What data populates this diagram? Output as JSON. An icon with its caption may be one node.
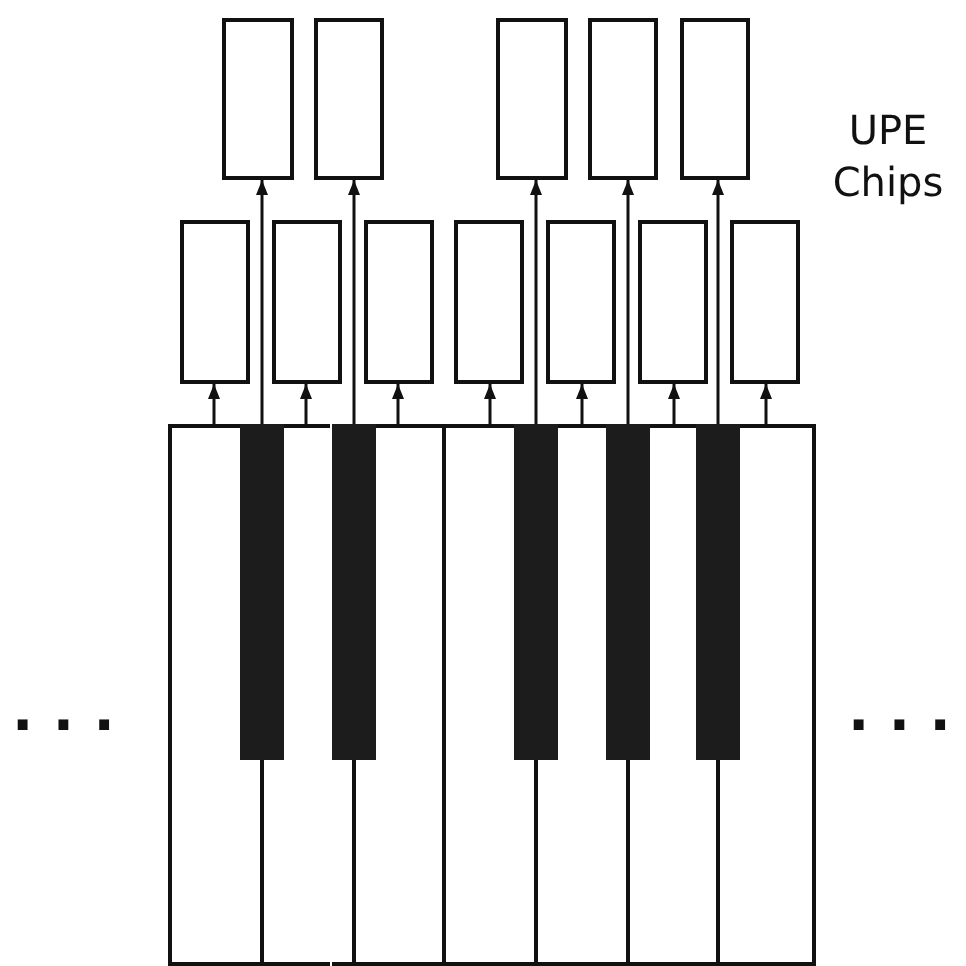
{
  "diagram": {
    "nodes": [
      {
        "text": [],
        "shape": "box"
      },
      {
        "text": [],
        "shape": "box"
      },
      {
        "text": [],
        "shape": "box"
      },
      {
        "text": [],
        "shape": "box"
      },
      {
        "text": [],
        "shape": "box"
      },
      {
        "text": [],
        "shape": "box"
      },
      {
        "text": [],
        "shape": "box"
      },
      {
        "text": [],
        "shape": "box"
      },
      {
        "text": [],
        "shape": "box"
      },
      {
        "text": [],
        "shape": "box"
      },
      {
        "text": [],
        "shape": "box"
      },
      {
        "text": [],
        "shape": "box"
      },
      {
        "text": [],
        "shape": "box"
      },
      {
        "text": [],
        "shape": "box"
      },
      {
        "text": [],
        "shape": "box"
      },
      {
        "text": [],
        "shape": "box"
      },
      {
        "text": [],
        "shape": "box"
      },
      {
        "text": [],
        "shape": "box"
      },
      {
        "text": [],
        "shape": "box"
      },
      {
        "text": [],
        "shape": "bar"
      },
      {
        "text": [],
        "shape": "bar"
      },
      {
        "text": [],
        "shape": "bar"
      },
      {
        "text": [],
        "shape": "bar"
      },
      {
        "text": [],
        "shape": "bar"
      }
    ],
    "edges": [
      {
        "from": 12,
        "to": 5,
        "arrow": "to"
      },
      {
        "from": 13,
        "to": 6,
        "arrow": "to"
      },
      {
        "from": 14,
        "to": 7,
        "arrow": "to"
      },
      {
        "from": 15,
        "to": 8,
        "arrow": "to"
      },
      {
        "from": 16,
        "to": 9,
        "arrow": "to"
      },
      {
        "from": 17,
        "to": 10,
        "arrow": "to"
      },
      {
        "from": 18,
        "to": 11,
        "arrow": "to"
      },
      {
        "from": 19,
        "to": 0,
        "arrow": "to"
      },
      {
        "from": 20,
        "to": 1,
        "arrow": "to"
      },
      {
        "from": 21,
        "to": 2,
        "arrow": "to"
      },
      {
        "from": 22,
        "to": 3,
        "arrow": "to"
      },
      {
        "from": 23,
        "to": 4,
        "arrow": "to"
      }
    ],
    "labels": [
      "UPE Chips",
      ". . .",
      ". . ."
    ]
  }
}
